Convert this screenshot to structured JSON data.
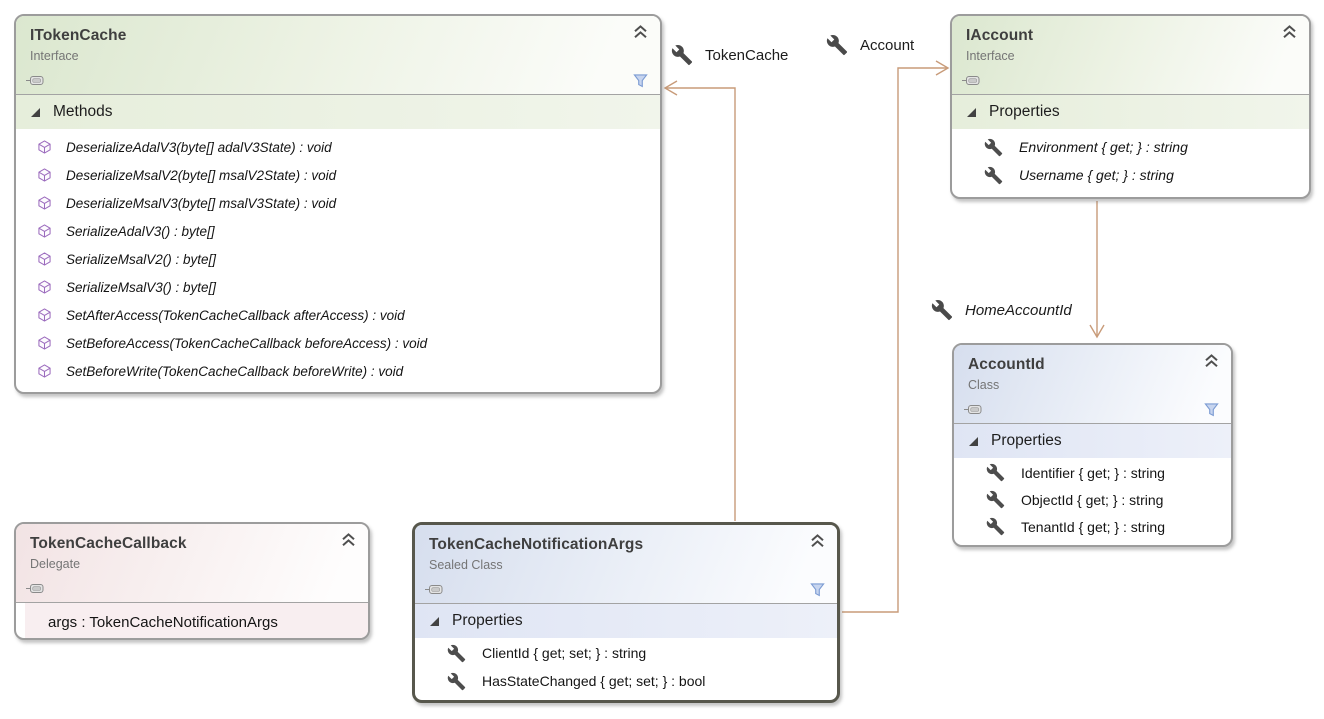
{
  "diagram": {
    "nodes": {
      "itokencache": {
        "title": "ITokenCache",
        "kind": "Interface",
        "section": "Methods",
        "members": [
          "DeserializeAdalV3(byte[] adalV3State) : void",
          "DeserializeMsalV2(byte[] msalV2State) : void",
          "DeserializeMsalV3(byte[] msalV3State) : void",
          "SerializeAdalV3() : byte[]",
          "SerializeMsalV2() : byte[]",
          "SerializeMsalV3() : byte[]",
          "SetAfterAccess(TokenCacheCallback afterAccess) : void",
          "SetBeforeAccess(TokenCacheCallback beforeAccess) : void",
          "SetBeforeWrite(TokenCacheCallback beforeWrite) : void"
        ]
      },
      "iaccount": {
        "title": "IAccount",
        "kind": "Interface",
        "section": "Properties",
        "members": [
          "Environment { get; } : string",
          "Username { get; } : string"
        ]
      },
      "accountid": {
        "title": "AccountId",
        "kind": "Class",
        "section": "Properties",
        "members": [
          "Identifier { get; } : string",
          "ObjectId { get; } : string",
          "TenantId { get; } : string"
        ]
      },
      "tokencachecallback": {
        "title": "TokenCacheCallback",
        "kind": "Delegate",
        "member": "args : TokenCacheNotificationArgs"
      },
      "tokencachenotificationargs": {
        "title": "TokenCacheNotificationArgs",
        "kind": "Sealed Class",
        "section": "Properties",
        "members": [
          "ClientId { get; set; } : string",
          "HasStateChanged { get; set; } : bool"
        ]
      }
    },
    "connectors": {
      "tokencache": {
        "label": "TokenCache"
      },
      "account": {
        "label": "Account"
      },
      "homeaccountid": {
        "label": "HomeAccountId"
      }
    },
    "colors": {
      "connector": "#c89b79",
      "interface_header": "#dbe7cf",
      "class_header": "#d6deee",
      "delegate_header": "#f2e3e4",
      "selected_border": "#57574c",
      "node_border": "#9c9c9c",
      "method_icon": "#9b6bbd",
      "property_icon": "#4d4d4d",
      "filter_icon": "#7b9bd3"
    },
    "icons": {
      "collapse": "double-chevron-up",
      "expander": "filled-triangle-expanded",
      "member_visibility": "pill",
      "filter": "funnel",
      "property": "wrench",
      "method": "cube"
    }
  }
}
